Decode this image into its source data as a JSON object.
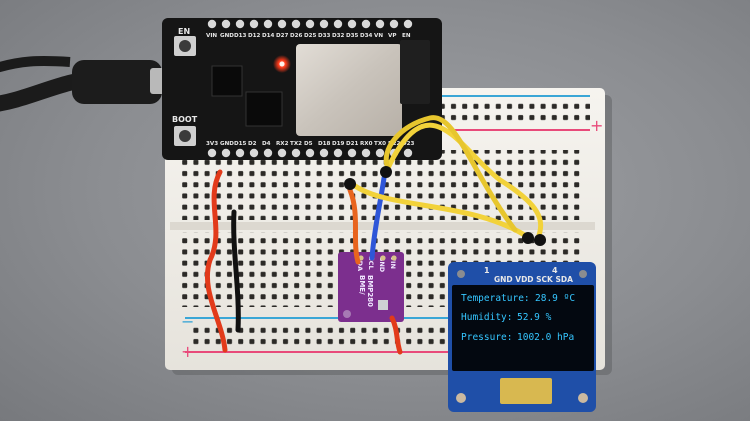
{
  "esp32": {
    "top_pins": [
      "VIN",
      "GND",
      "D13",
      "D12",
      "D14",
      "D27",
      "D26",
      "D25",
      "D33",
      "D32",
      "D35",
      "D34",
      "VN",
      "VP",
      "EN"
    ],
    "bottom_pins": [
      "3V3",
      "GND",
      "D15",
      "D2",
      "D4",
      "RX2",
      "TX2",
      "D5",
      "D18",
      "D19",
      "D21",
      "RX0",
      "TX0",
      "D22",
      "D23"
    ],
    "en_label": "EN",
    "boot_label": "BOOT"
  },
  "breadboard": {
    "plus_symbol": "+",
    "minus_symbol": "−"
  },
  "sensor": {
    "name_line1": "BME/",
    "name_line2": "BMP280",
    "pins": [
      "VIN",
      "GND",
      "SCL",
      "SDA"
    ]
  },
  "oled": {
    "pin_header": "GND VDD SCK SDA",
    "pin_one": "1",
    "pin_four": "4",
    "lines": [
      {
        "label": "Temperature:",
        "value": "28.9 ºC"
      },
      {
        "label": "Humidity:",
        "value": "52.9 %"
      },
      {
        "label": "Pressure:",
        "value": "1002.0 hPa"
      }
    ]
  },
  "colors": {
    "board_black": "#151515",
    "breadboard_white": "#f1efea",
    "rail_red": "#e84a7a",
    "rail_blue": "#3aa6d6",
    "wire_yellow": "#f2d23a",
    "wire_red": "#e23a1a",
    "wire_orange": "#e8641e",
    "wire_blue": "#2e56d8",
    "sensor_purple": "#7c2f8e",
    "oled_text": "#35c6ff",
    "oled_pcb": "#1f4fa8"
  },
  "icons": [
    "usb-cable-icon",
    "led-icon",
    "wifi-module-icon"
  ]
}
